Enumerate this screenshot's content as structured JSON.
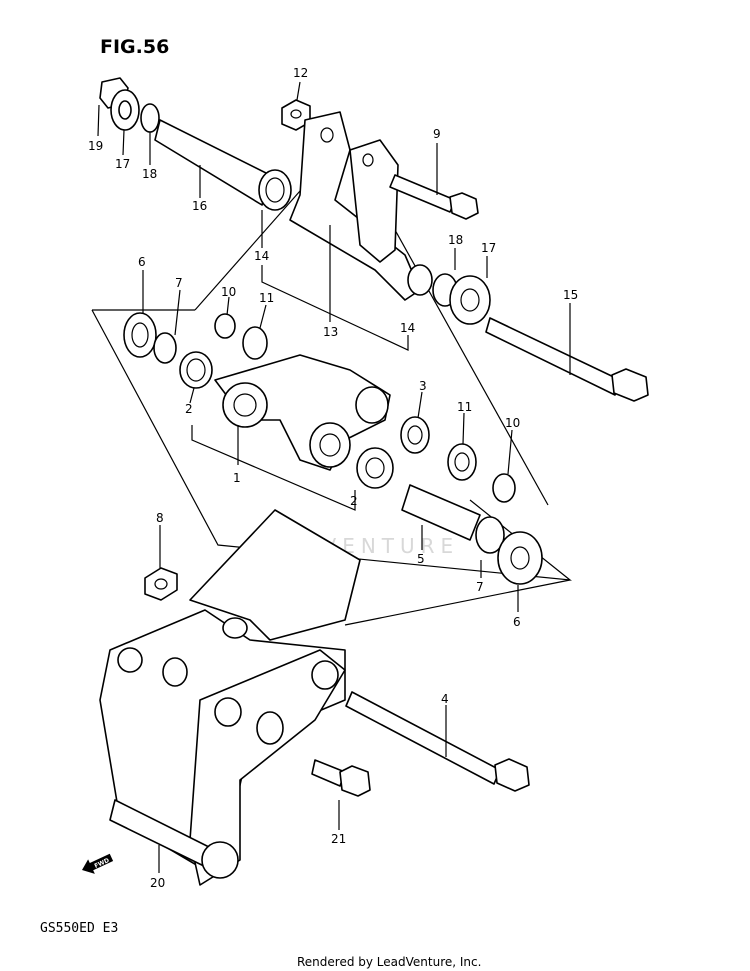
{
  "figure": {
    "title": "FIG.56",
    "model_code": "GS550ED E3",
    "footer": "Rendered by LeadVenture, Inc.",
    "watermark": "LEADVENTURE",
    "fwd_label": "FWD"
  },
  "callouts": [
    "1",
    "2",
    "2",
    "3",
    "4",
    "5",
    "6",
    "6",
    "7",
    "7",
    "8",
    "9",
    "10",
    "10",
    "11",
    "11",
    "12",
    "13",
    "14",
    "14",
    "15",
    "16",
    "17",
    "17",
    "18",
    "18",
    "19",
    "20",
    "21"
  ]
}
